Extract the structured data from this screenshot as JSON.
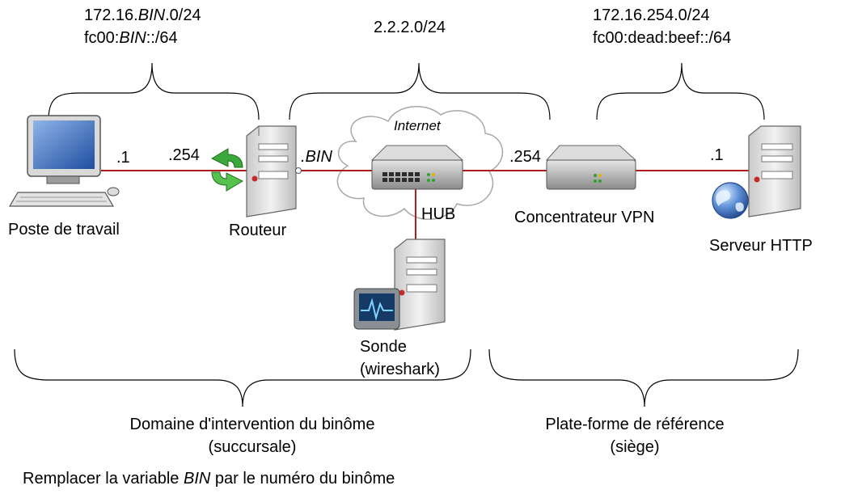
{
  "subnets": {
    "left_v4_prefix": "172.16.",
    "left_v4_var": "BIN",
    "left_v4_suffix": ".0/24",
    "left_v6_prefix": "fc00:",
    "left_v6_var": "BIN",
    "left_v6_suffix": "::/64",
    "middle_v4": "2.2.2.0/24",
    "right_v4": "172.16.254.0/24",
    "right_v6": "fc00:dead:beef::/64"
  },
  "addresses": {
    "workstation": ".1",
    "router_in": ".254",
    "router_out": ".BIN",
    "vpn": ".254",
    "server": ".1"
  },
  "devices": {
    "workstation": "Poste de travail",
    "router": "Routeur",
    "internet": "Internet",
    "hub": "HUB",
    "probe_line1": "Sonde",
    "probe_line2": "(wireshark)",
    "vpn": "Concentrateur VPN",
    "server": "Serveur HTTP"
  },
  "domains": {
    "left_line1": "Domaine d'intervention du binôme",
    "left_line2": "(succursale)",
    "right_line1": "Plate-forme de référence",
    "right_line2": "(siège)"
  },
  "note": {
    "prefix": "Remplacer la variable ",
    "var": "BIN",
    "suffix": " par le numéro du binôme"
  },
  "colors": {
    "link": "#b01c1c",
    "brace": "#000000",
    "cloud_fill": "#ffffff",
    "cloud_stroke": "#a8a8a8"
  }
}
